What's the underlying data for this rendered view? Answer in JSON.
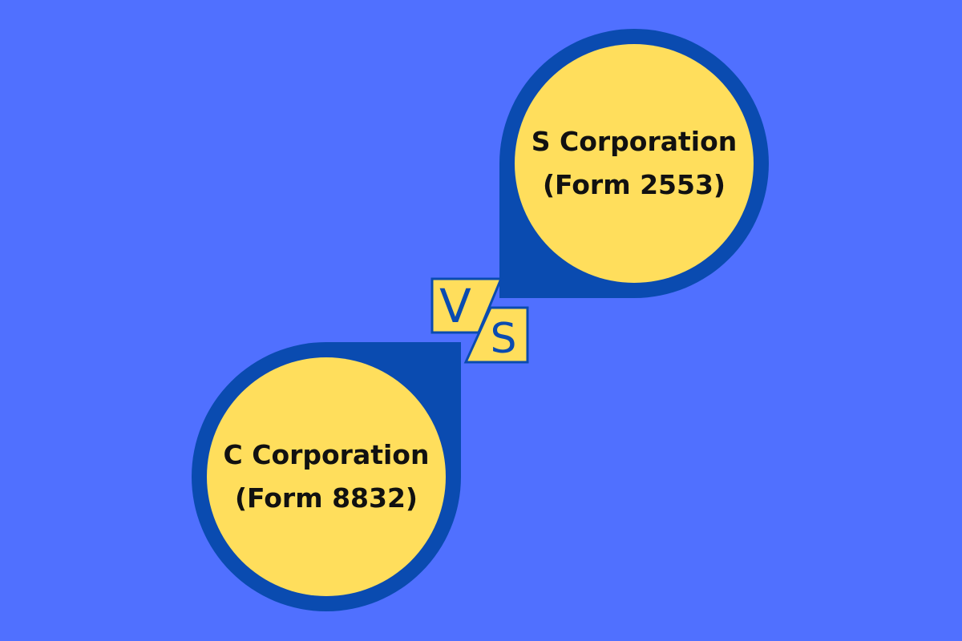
{
  "colors": {
    "background": "#5070ff",
    "bubble_outline": "#0a4bb0",
    "bubble_fill": "#ffde5c",
    "text": "#111111",
    "vs_letter": "#0a4bb0"
  },
  "top_bubble": {
    "line1": "S Corporation",
    "line2": "(Form 2553)"
  },
  "bottom_bubble": {
    "line1": "C Corporation",
    "line2": "(Form 8832)"
  },
  "versus": {
    "letter_v": "V",
    "letter_s": "S"
  }
}
